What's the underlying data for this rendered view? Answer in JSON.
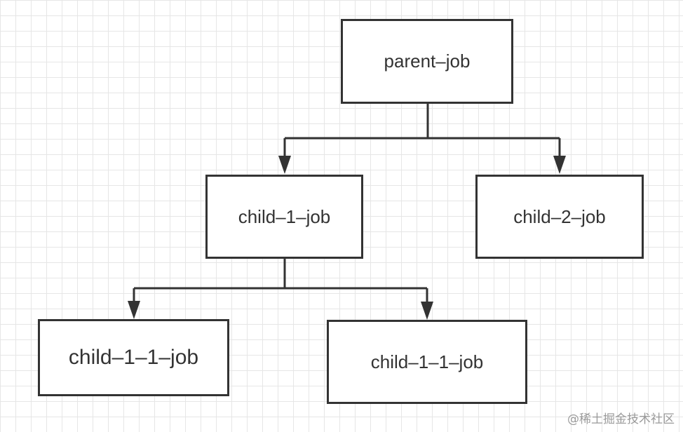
{
  "diagram": {
    "nodes": [
      {
        "id": "parent",
        "label": "parent–job"
      },
      {
        "id": "child-1",
        "label": "child–1–job"
      },
      {
        "id": "child-2",
        "label": "child–2–job"
      },
      {
        "id": "child-1-1-a",
        "label": "child–1–1–job"
      },
      {
        "id": "child-1-1-b",
        "label": "child–1–1–job"
      }
    ],
    "edges": [
      {
        "from": "parent",
        "to": "child-1"
      },
      {
        "from": "parent",
        "to": "child-2"
      },
      {
        "from": "child-1",
        "to": "child-1-1-a"
      },
      {
        "from": "child-1",
        "to": "child-1-1-b"
      }
    ],
    "colors": {
      "stroke": "#333333",
      "grid": "#e6e6e6",
      "background": "#ffffff"
    }
  },
  "watermark": {
    "text": "@稀土掘金技术社区"
  }
}
